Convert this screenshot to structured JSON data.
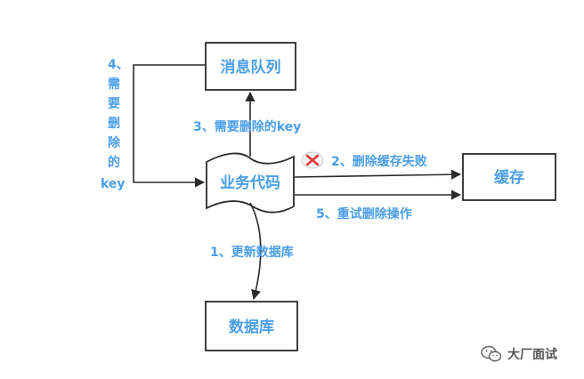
{
  "nodes": {
    "mq": "消息队列",
    "biz": "业务代码",
    "cache": "缓存",
    "db": "数据库"
  },
  "edges": {
    "step1": "1、更新数据库",
    "step2": "2、删除缓存失败",
    "step3": "3、需要删除的key",
    "step4": [
      "4、",
      "需",
      "要",
      "删",
      "除",
      "的",
      "key"
    ],
    "step5": "5、重试删除操作"
  },
  "watermark": "大厂面试",
  "icons": {
    "fail": "x-mark-icon",
    "watermark": "wechat-icon"
  },
  "colors": {
    "text": "#4a9ee8",
    "line": "#2a2a2a",
    "fail": "#e53935"
  }
}
